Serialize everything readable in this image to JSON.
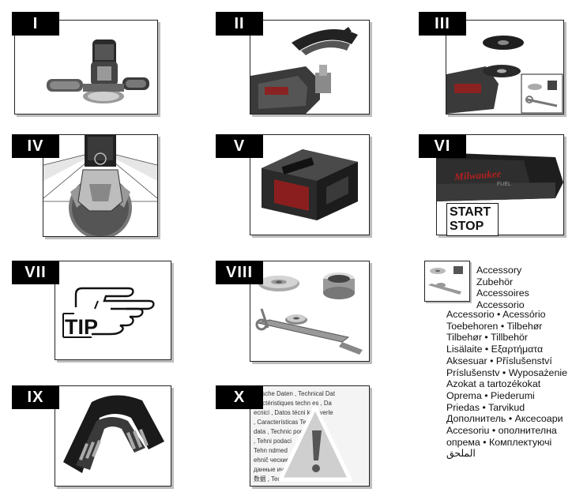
{
  "panels": [
    {
      "id": "I",
      "label": "I"
    },
    {
      "id": "II",
      "label": "II"
    },
    {
      "id": "III",
      "label": "III"
    },
    {
      "id": "IV",
      "label": "IV"
    },
    {
      "id": "V",
      "label": "V"
    },
    {
      "id": "VI",
      "label": "VI"
    },
    {
      "id": "VII",
      "label": "VII"
    },
    {
      "id": "VIII",
      "label": "VIII"
    },
    {
      "id": "IX",
      "label": "IX"
    },
    {
      "id": "X",
      "label": "X"
    }
  ],
  "panel_vi": {
    "brand": "Milwaukee",
    "model": "FUEL",
    "start": "START",
    "stop": "STOP"
  },
  "panel_vii": {
    "tip": "TIP"
  },
  "panel_x": {
    "lines": [
      "hnische Daten  ,  Technical  Dat",
      "aractéristiques  techn  es  ,  Da",
      "ecnici  ,  Datos  técni     knik  verle",
      ",  Características       Technick",
      "data  ,  Technic               podat",
      ",  Tehni                        podaci",
      "Tehn                         ndmed",
      "ehnič                       ческие",
      "данные                  ические",
      "数据  ,  Technischa          evens"
    ]
  },
  "accessory": {
    "header": [
      "Accessory",
      "Zubehör",
      "Accessoires",
      "Accessorio"
    ],
    "list": [
      "Accessorio  •  Acessório",
      "Toebehoren  •  Tilbehør",
      "Tilbehør  •  Tillbehör",
      "Lisälaite  •  Εξαρτήματα",
      "Aksesuar • Příslušenství",
      "Príslušenstv • Wyposażenie",
      "Azokat a tartozékokat",
      "Oprema  •  Piederumi",
      "Priedas  •  Tarvikud",
      "Дополнитель • Аксесоари",
      "Accesoriu • ополнителна",
      "опрема • Комплектуючі",
      "الملحق"
    ]
  }
}
